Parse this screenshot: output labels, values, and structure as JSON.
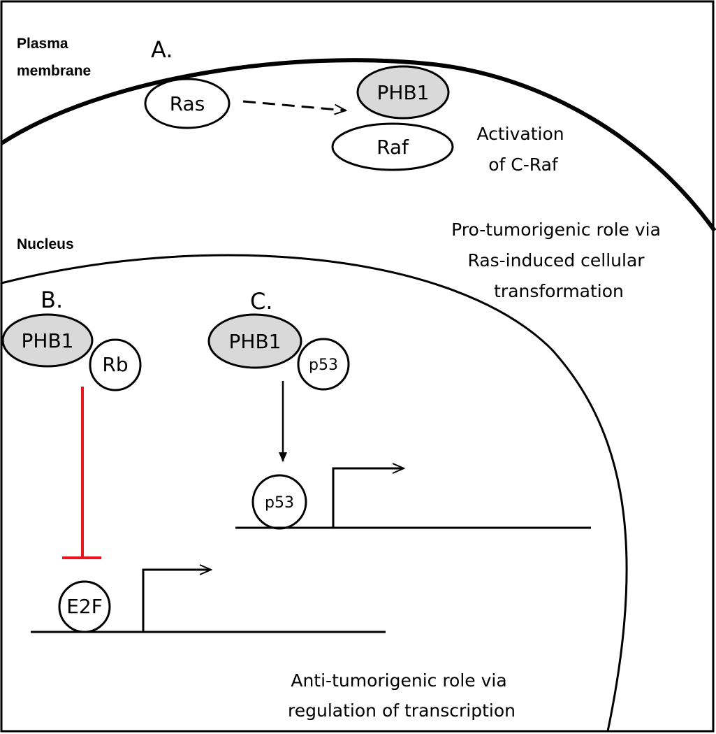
{
  "labels": {
    "plasma_membrane_line1": "Plasma",
    "plasma_membrane_line2": "membrane",
    "nucleus": "Nucleus",
    "panel_a": "A.",
    "panel_b": "B.",
    "panel_c": "C."
  },
  "molecules": {
    "ras": "Ras",
    "phb1": "PHB1",
    "raf": "Raf",
    "rb": "Rb",
    "p53": "p53",
    "e2f": "E2F"
  },
  "annotations": {
    "activation_line1": "Activation",
    "activation_line2": "of C-Raf",
    "pro_line1": "Pro-tumorigenic role via",
    "pro_line2": "Ras-induced cellular",
    "pro_line3": "transformation",
    "anti_line1": "Anti-tumorigenic role via",
    "anti_line2": "regulation of transcription"
  },
  "colors": {
    "phb1_fill": "#d9d9d9",
    "inhibition": "#e8151b",
    "line": "#000000",
    "background": "#ffffff"
  }
}
